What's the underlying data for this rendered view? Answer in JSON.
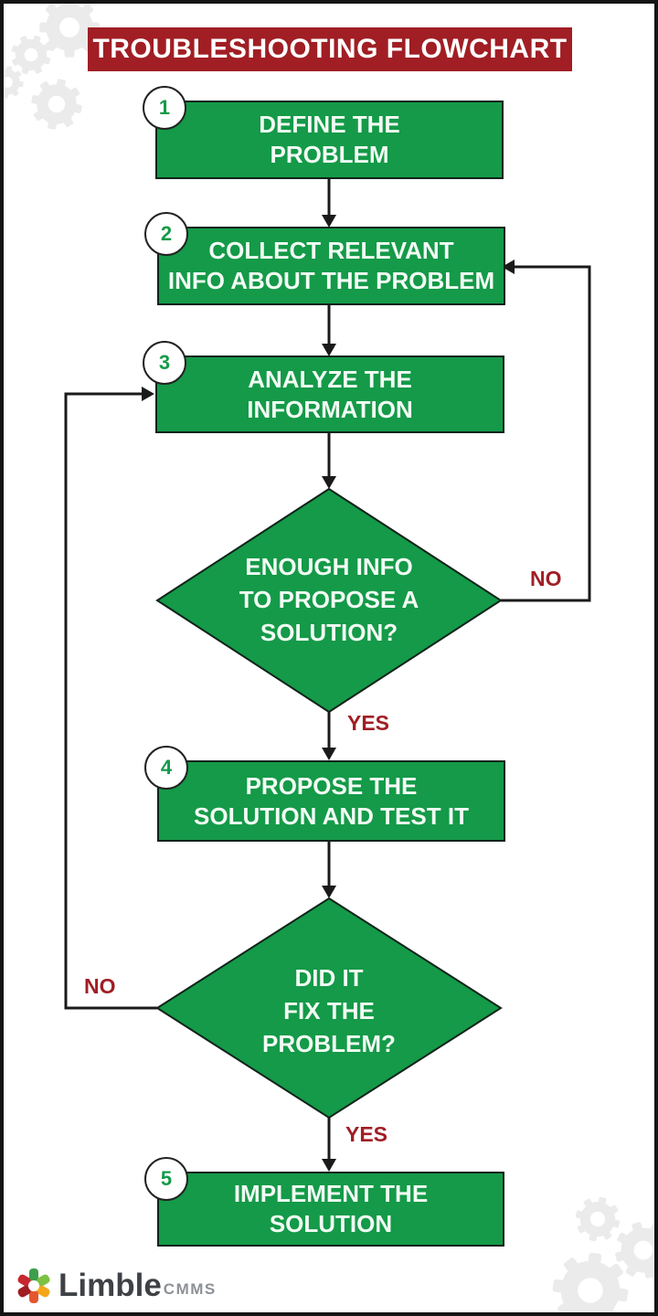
{
  "title": "TROUBLESHOOTING FLOWCHART",
  "colors": {
    "red": "#A01E24",
    "green": "#149A48",
    "line": "#1A1A1A",
    "gear": "#EBEBEB",
    "text_on_green": "#F2FBF4"
  },
  "steps": [
    {
      "num": "1",
      "label": "DEFINE THE\nPROBLEM"
    },
    {
      "num": "2",
      "label": "COLLECT RELEVANT\nINFO ABOUT THE PROBLEM"
    },
    {
      "num": "3",
      "label": "ANALYZE THE\nINFORMATION"
    },
    {
      "num": "4",
      "label": "PROPOSE THE\nSOLUTION AND TEST IT"
    },
    {
      "num": "5",
      "label": "IMPLEMENT THE\nSOLUTION"
    }
  ],
  "decisions": [
    {
      "label": "ENOUGH INFO\nTO PROPOSE A\nSOLUTION?",
      "yes": "YES",
      "no": "NO"
    },
    {
      "label": "DID IT\nFIX THE\nPROBLEM?",
      "yes": "YES",
      "no": "NO"
    }
  ],
  "logo": {
    "brand": "Limble",
    "suffix": "CMMS"
  }
}
